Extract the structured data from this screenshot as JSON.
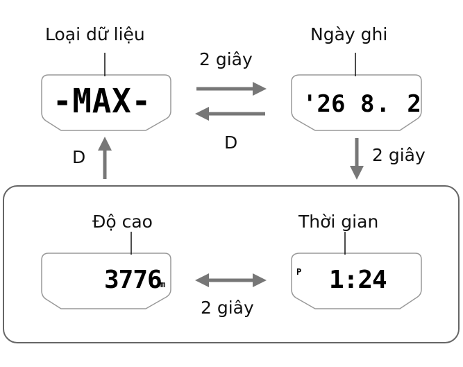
{
  "top_left": {
    "caption": "Loại dữ liệu",
    "display": "-MAX-"
  },
  "top_right": {
    "caption": "Ngày ghi",
    "display_year": "'26",
    "display_date": "8. 2"
  },
  "bottom_left": {
    "caption": "Độ cao",
    "display_value": "3776",
    "display_unit": "m"
  },
  "bottom_right": {
    "caption": "Thời gian",
    "display_indicator": "P",
    "display_time": "1:24"
  },
  "transitions": {
    "top_forward": "2 giây",
    "top_back": "D",
    "right_down": "2 giây",
    "left_up": "D",
    "bottom": "2 giây"
  },
  "colors": {
    "arrow": "#777777",
    "outline": "#999999",
    "box": "#666666"
  }
}
